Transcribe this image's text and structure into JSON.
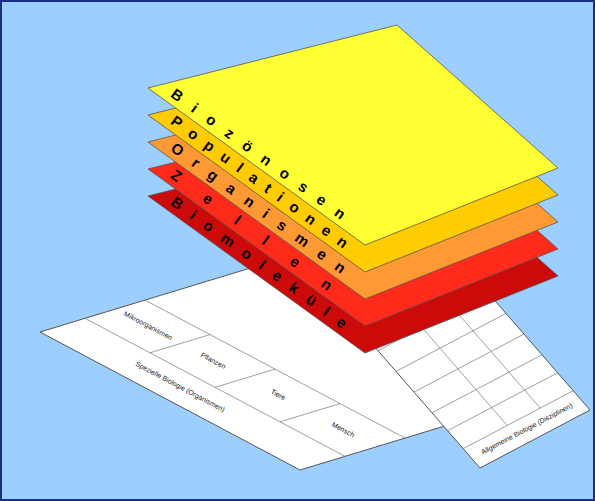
{
  "diagram": {
    "nodes": [
      {
        "text": [
          "Biozönosen"
        ]
      },
      {
        "text": [
          "Populationen"
        ]
      },
      {
        "text": [
          "Organismen"
        ]
      },
      {
        "text": [
          "Zellen"
        ]
      },
      {
        "text": [
          "Biomoleküle"
        ]
      },
      {
        "text": [
          "Spezielle Biologie (Organismen)"
        ]
      },
      {
        "text": [
          "Allgemeine Biologie (Disziplinen)"
        ]
      }
    ],
    "labels": [
      "Mikroorganismen",
      "Pflanzen",
      "Tiere",
      "Mensch"
    ]
  }
}
